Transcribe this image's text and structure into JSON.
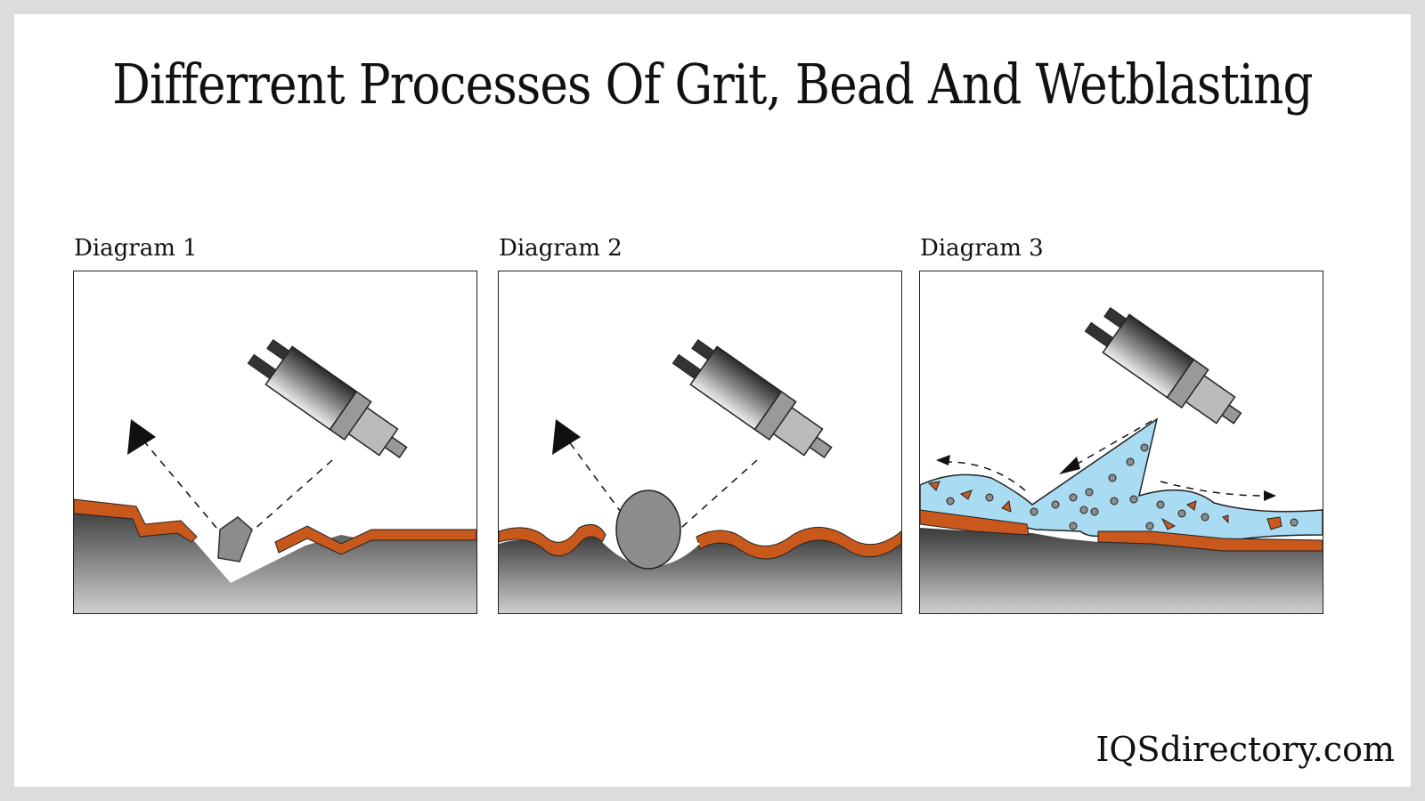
{
  "title": "Differrent Processes Of Grit, Bead And Wetblasting",
  "diagrams": [
    {
      "label": "Diagram 1"
    },
    {
      "label": "Diagram 2"
    },
    {
      "label": "Diagram 3"
    }
  ],
  "brand": "IQSdirectory.com",
  "colors": {
    "coating": "#c8581c",
    "water": "#a9dcf2",
    "particle": "#8c8c8c"
  },
  "icons": [
    "blast-nozzle-icon",
    "arrow-icon"
  ]
}
